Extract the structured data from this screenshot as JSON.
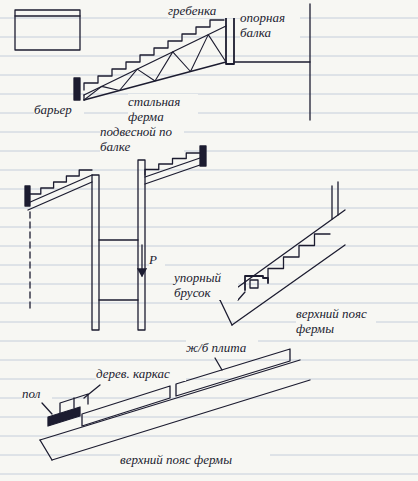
{
  "diagram": {
    "labels": [
      "гребенка",
      "опорная балка",
      "барьер",
      "стальная ферма",
      "подвесной по балке",
      "Р",
      "упорный брусок",
      "верхний пояс фермы",
      "пол",
      "дерев. каркас",
      "ж/б плита",
      "верхний пояс фермы"
    ]
  }
}
